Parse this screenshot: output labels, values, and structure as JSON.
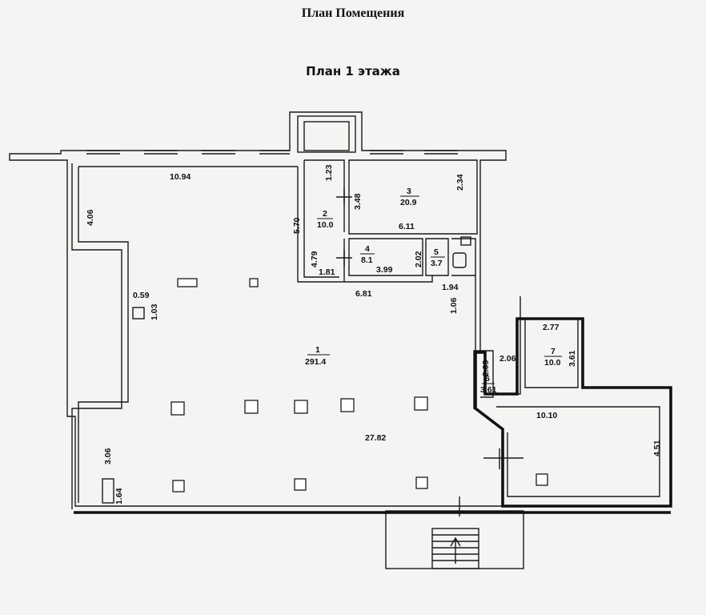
{
  "title": "План Помещения",
  "floor_title": "План 1 этажа",
  "rooms": [
    {
      "number": "1",
      "area": "291.4"
    },
    {
      "number": "2",
      "area": "10.0"
    },
    {
      "number": "3",
      "area": "20.9"
    },
    {
      "number": "4",
      "area": "8.1"
    },
    {
      "number": "5",
      "area": "3.7"
    },
    {
      "number": "6",
      "area": "3.61"
    },
    {
      "number": "7",
      "area": "10.0"
    }
  ],
  "dimensions": {
    "d_10_94": "10.94",
    "d_4_06": "4.06",
    "d_0_59": "0.59",
    "d_1_03": "1.03",
    "d_3_06": "3.06",
    "d_1_64": "1.64",
    "d_27_82": "27.82",
    "d_5_70": "5.70",
    "d_4_79": "4.79",
    "d_1_81": "1.81",
    "d_1_23": "1.23",
    "d_3_48": "3.48",
    "d_6_11": "6.11",
    "d_2_34": "2.34",
    "d_2_02": "2.02",
    "d_3_99": "3.99",
    "d_6_81": "6.81",
    "d_1_94": "1.94",
    "d_1_06": "1.06",
    "d_2_77": "2.77",
    "d_2_06": "2.06",
    "d_3_61": "3.61",
    "d_2_09": "2.09",
    "d_10_10": "10.10",
    "d_4_51": "4.51"
  },
  "colors": {
    "wall": "#1a1a1a",
    "wall_fill": "#ffffff",
    "highlight": "#111111",
    "background": "#f4f4f2"
  }
}
